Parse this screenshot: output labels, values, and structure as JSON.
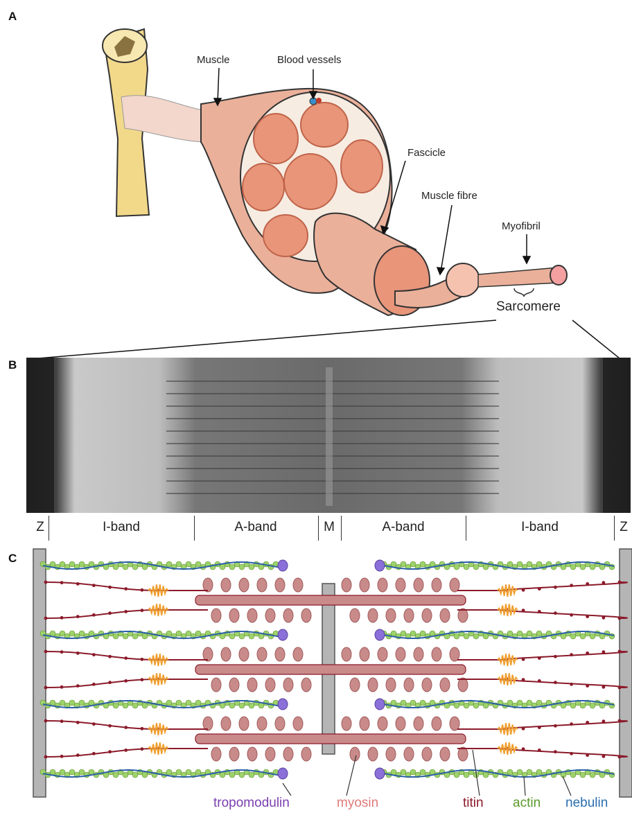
{
  "panels": {
    "a": "A",
    "b": "B",
    "c": "C"
  },
  "labels": {
    "muscle": "Muscle",
    "blood_vessels": "Blood vessels",
    "fascicle": "Fascicle",
    "muscle_fibre": "Muscle fibre",
    "myofibril": "Myofibril",
    "sarcomere": "Sarcomere"
  },
  "bands": {
    "z_left": "Z",
    "i_band_left": "I-band",
    "a_band_left": "A-band",
    "m_line": "M",
    "a_band_right": "A-band",
    "i_band_right": "I-band",
    "z_right": "Z"
  },
  "legend": [
    {
      "key": "tropomodulin",
      "label": "tropomodulin",
      "color": "#7a3fb0"
    },
    {
      "key": "myosin",
      "label": "myosin",
      "color": "#e07a7a"
    },
    {
      "key": "titin",
      "label": "titin",
      "color": "#8b1a2a"
    },
    {
      "key": "actin",
      "label": "actin",
      "color": "#5a9a2a"
    },
    {
      "key": "nebulin",
      "label": "nebulin",
      "color": "#2a6fb0"
    }
  ],
  "colors": {
    "bone": "#f2d98a",
    "muscle": "#eab09a",
    "muscle_dark": "#d98a6e",
    "z_disc": "#b5b5b5",
    "actin": "#9ed36a",
    "nebulin": "#2a5fa8",
    "tropomodulin": "#8a70d8",
    "titin": "#8b1a2a",
    "myosin": "#c98a8a",
    "titin_spring": "#f0a030"
  }
}
